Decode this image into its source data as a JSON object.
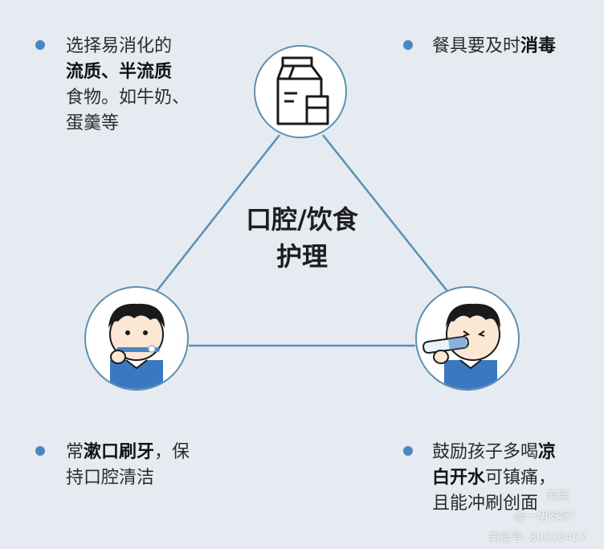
{
  "center_title_line1": "口腔/饮食",
  "center_title_line2": "护理",
  "notes": {
    "top_left": {
      "line1": "选择易消化的",
      "bold1": "流质、半流质",
      "line3": "食物。如牛奶、",
      "line4": "蛋羹等"
    },
    "top_right": {
      "text": "餐具要及时",
      "bold": "消毒"
    },
    "bottom_left": {
      "pre": "常",
      "bold": "漱口刷牙",
      "post": "，保",
      "line2": "持口腔清洁"
    },
    "bottom_right": {
      "pre": "鼓励孩子多喝",
      "bold1": "凉",
      "bold2": "白开水",
      "post": "可镇痛，",
      "line3": "且能冲刷创面"
    }
  },
  "icons": {
    "top": "milk-carton-and-glass-icon",
    "left": "boy-brushing-teeth-icon",
    "right": "boy-drinking-water-icon"
  },
  "watermark": {
    "brand": "美篇",
    "user": "@一切安好！",
    "id_text": "美篇号: 80916457"
  },
  "colors": {
    "background": "#e6ebf2",
    "line": "#5b8fb0",
    "dot": "#4a86c5"
  }
}
